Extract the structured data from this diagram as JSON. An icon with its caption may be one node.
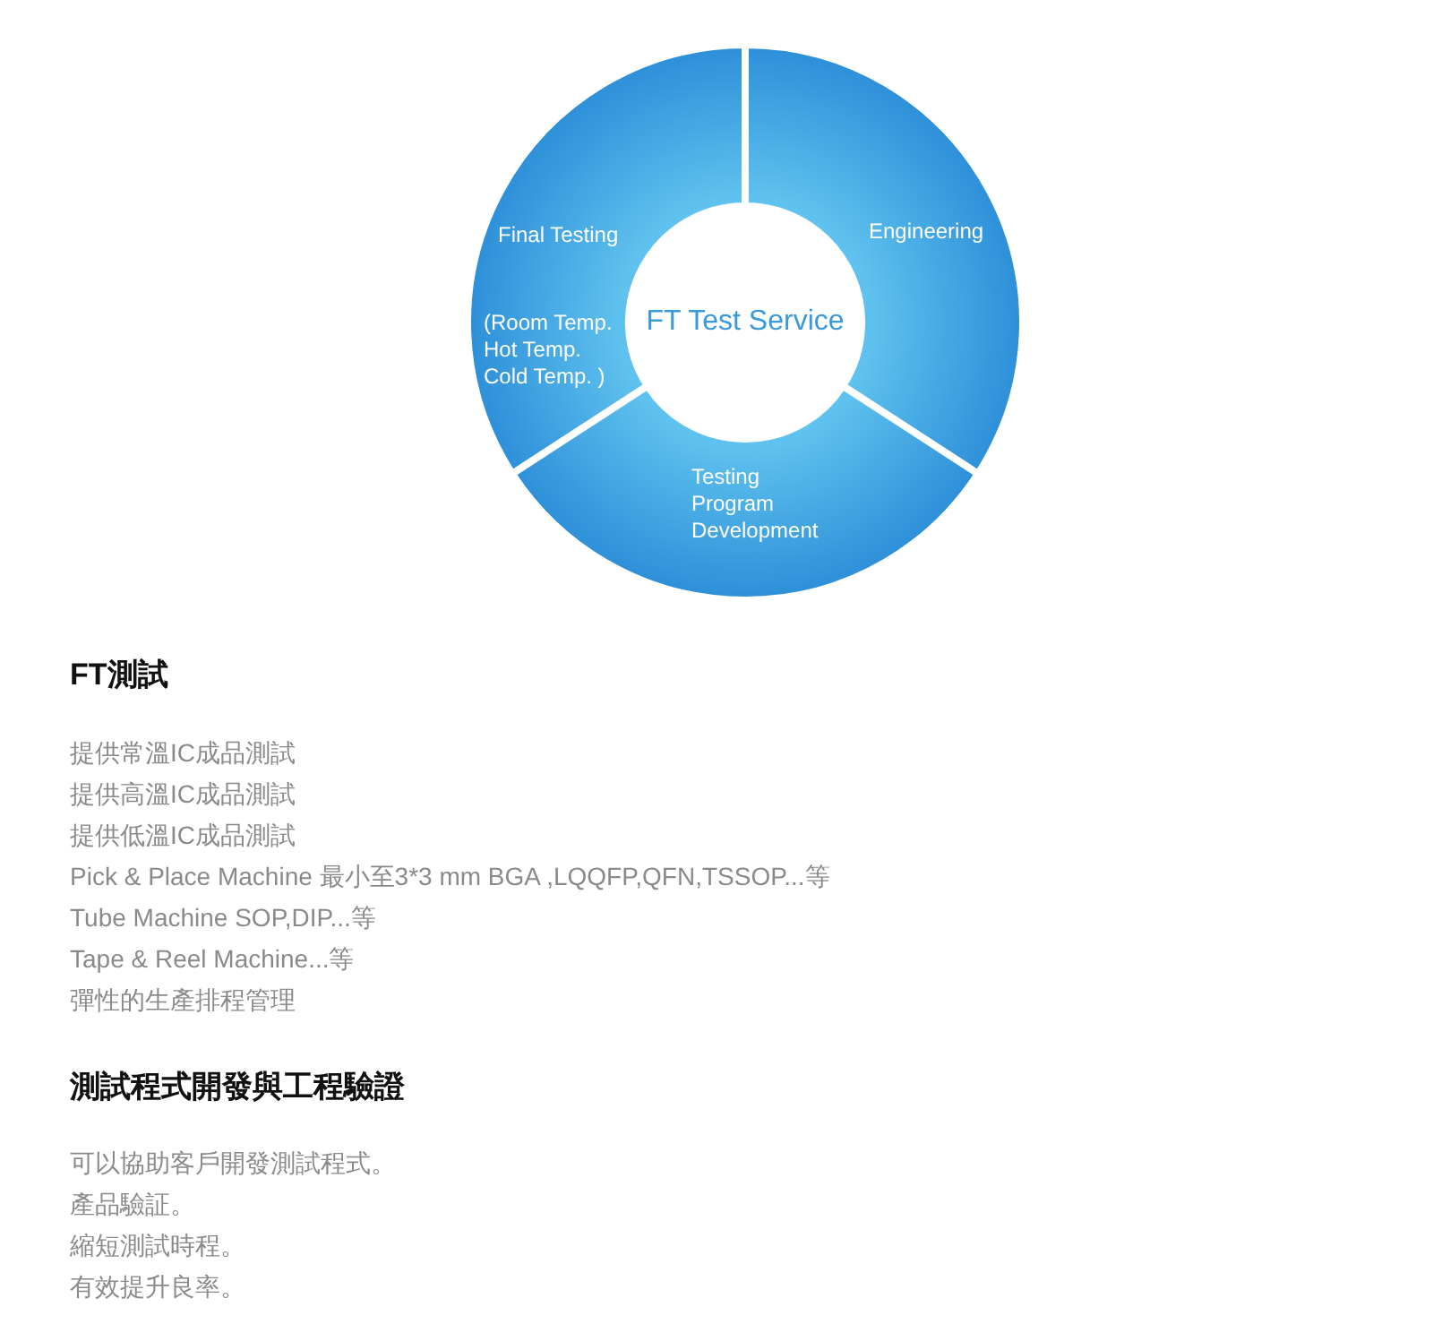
{
  "diagram": {
    "nodes": [
      {
        "text": [
          "FT Test Service"
        ]
      },
      {
        "text": [
          "Final Testing",
          "(Room Temp. Hot Temp. Cold Temp. )"
        ]
      },
      {
        "text": [
          "Engineering"
        ]
      },
      {
        "text": [
          "Testing Program Development"
        ]
      }
    ],
    "labels": [
      "FT測試",
      "提供常溫IC成品測試",
      "提供高溫IC成品測試",
      "提供低溫IC成品測試",
      "Pick & Place Machine 最小至3*3 mm BGA ,LQQFP,QFN,TSSOP...等",
      "Tube Machine SOP,DIP...等",
      "Tape & Reel Machine...等",
      "彈性的生產排程管理",
      "測試程式開發與工程驗證",
      "可以協助客戶開發測試程式。",
      "產品驗証。",
      "縮短測試時程。",
      "有效提升良率。"
    ]
  }
}
